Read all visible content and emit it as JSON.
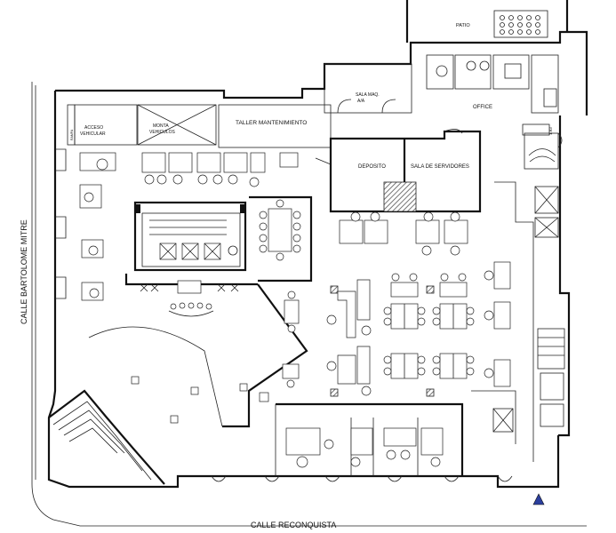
{
  "labels": {
    "patio": "PATIO",
    "sala_maq": "SALA MAQ.",
    "sala_maq_sub": "A/A",
    "office": "OFFICE",
    "acceso_1": "ACCESO",
    "acceso_2": "VEHICULAR",
    "monta_1": "MONTA",
    "monta_2": "VEHICULOS",
    "rampa": "RAMPA",
    "taller": "TALLER MANTENIMIENTO",
    "deposito": "DEPOSITO",
    "servidores": "SALA DE SERVIDORES",
    "street_left": "CALLE BARTOLOME MITRE",
    "street_bottom": "CALLE RECONQUISTA",
    "level": "1.93"
  },
  "colors": {
    "ink": "#111111",
    "hatch": "#555555",
    "marker": "#2b3f9e"
  }
}
